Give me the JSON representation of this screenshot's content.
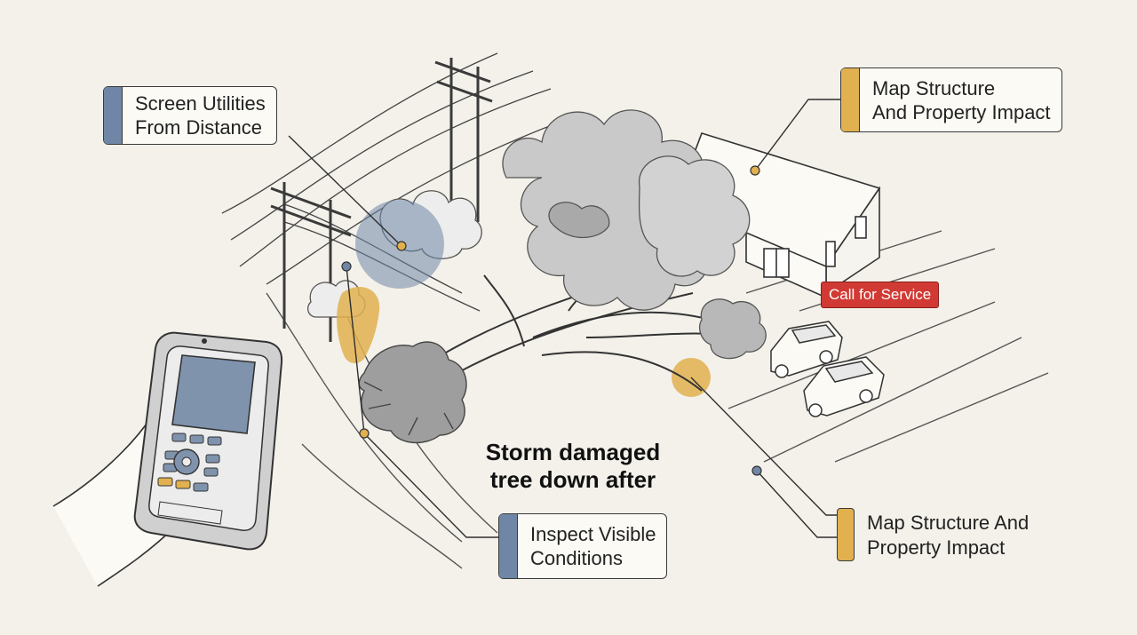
{
  "headline": "Storm damaged tree down after",
  "callouts": {
    "screen_utilities": "Screen Utilities\nFrom Distance",
    "map_structure_top": "Map Structure\nAnd Property Impact",
    "inspect_conditions": "Inspect Visible\nConditions",
    "map_structure_bottom": "Map Structure And\nProperty Impact"
  },
  "badge": {
    "call_for_service": "Call for Service"
  },
  "colors": {
    "background": "#f3f1ea",
    "accent_blue": "#6f86a6",
    "accent_gold": "#e1b04f",
    "badge_red": "#d13a34",
    "ink": "#333333"
  }
}
